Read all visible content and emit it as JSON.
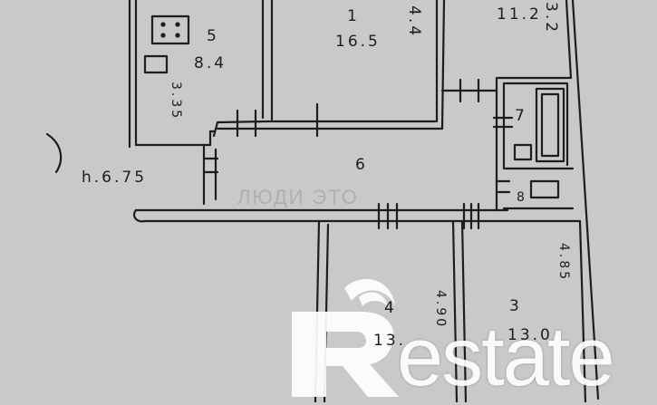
{
  "rooms": {
    "room1": {
      "number": "1",
      "area": "16.5",
      "dim": "4.4"
    },
    "room2": {
      "area": "11.2",
      "dim": "3.2"
    },
    "room3": {
      "number": "3",
      "area": "13.0",
      "dim": "4.85"
    },
    "room4": {
      "number": "4",
      "area": "13.",
      "dim": "4.90"
    },
    "room5": {
      "number": "5",
      "area": "8.4",
      "dim": "3.35"
    },
    "room6": {
      "number": "6"
    },
    "room7": {
      "number": "7"
    },
    "room8": {
      "number": "8"
    }
  },
  "ceiling_height": "h.6.75",
  "watermark": {
    "brand": "Restate",
    "brand_suffix": "estate",
    "faint_text": "ЛЮДИ ЭТО"
  },
  "colors": {
    "paper": "#c9c9c7",
    "ink": "#1d1d1d",
    "watermark": "#ffffff"
  }
}
